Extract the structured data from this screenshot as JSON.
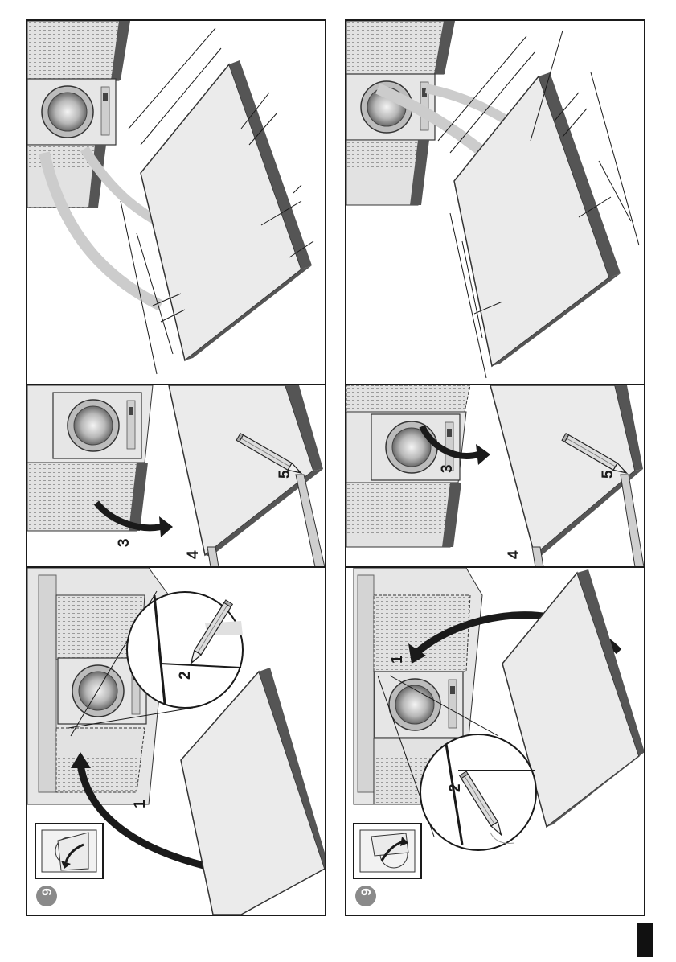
{
  "figure": {
    "number_label": "9"
  },
  "steps": {
    "s1": "1",
    "s2": "2",
    "s3": "3",
    "s4": "4",
    "s5": "5"
  },
  "colors": {
    "frame": "#1a1a1a",
    "panel_fill": "#e8e8e8",
    "panel_edge": "#555555",
    "cabinet_fill": "#d9d9d9",
    "cabinet_hatch": "#9a9a9a",
    "arrow_light": "#c8c8c8",
    "arrow_dark": "#1a1a1a",
    "badge": "#8a8a8a",
    "corner_tab": "#111111"
  },
  "icons": {
    "pencil": "pencil-icon",
    "curved_arrow": "curved-arrow-icon",
    "mini_machine": "washer-thumbnail-icon"
  }
}
